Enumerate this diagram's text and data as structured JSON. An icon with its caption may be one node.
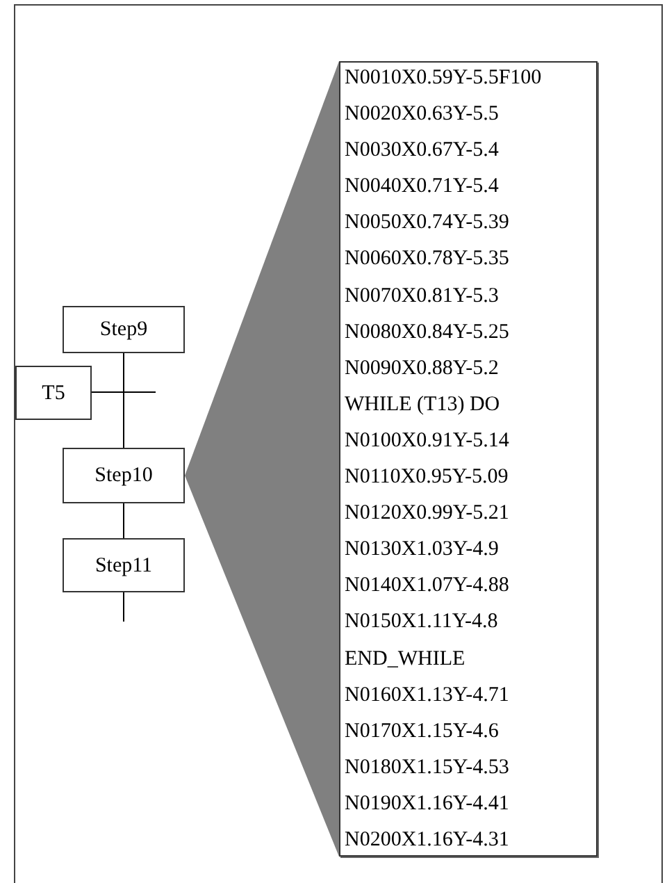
{
  "diagram": {
    "nodes": [
      {
        "text": [
          "Step9"
        ]
      },
      {
        "text": [
          "T5"
        ]
      },
      {
        "text": [
          "Step10"
        ]
      },
      {
        "text": [
          "Step11"
        ]
      },
      {
        "text": [
          "N0010X0.59Y-5.5F100",
          "N0020X0.63Y-5.5",
          "N0030X0.67Y-5.4",
          "N0040X0.71Y-5.4",
          "N0050X0.74Y-5.39",
          "N0060X0.78Y-5.35",
          "N0070X0.81Y-5.3",
          "N0080X0.84Y-5.25",
          "N0090X0.88Y-5.2",
          "WHILE (T13) DO",
          "N0100X0.91Y-5.14",
          "N0110X0.95Y-5.09",
          "N0120X0.99Y-5.21",
          "N0130X1.03Y-4.9",
          "N0140X1.07Y-4.88",
          "N0150X1.11Y-4.8",
          "END_WHILE",
          "N0160X1.13Y-4.71",
          "N0170X1.15Y-4.6",
          "N0180X1.15Y-4.53",
          "N0190X1.16Y-4.41",
          "N0200X1.16Y-4.31"
        ]
      },
      {
        "text": [],
        "shape": "triangle"
      }
    ],
    "edges": [
      {
        "from": 0,
        "to": 2,
        "arrow": "none"
      },
      {
        "from": 1,
        "to": null,
        "arrow": "none"
      },
      {
        "from": 2,
        "to": 3,
        "arrow": "none"
      },
      {
        "from": 3,
        "to": null,
        "arrow": "none"
      }
    ]
  }
}
